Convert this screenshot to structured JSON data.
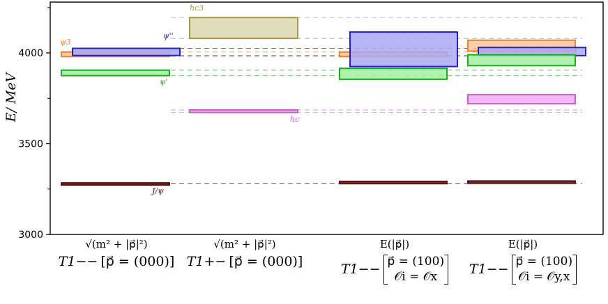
{
  "chart_data": {
    "type": "level_diagram",
    "ylabel": "E/ MeV",
    "ylim": [
      3000,
      4280
    ],
    "yticks": [
      3000,
      3500,
      4000
    ],
    "colors": {
      "psi3": "#f07d2a",
      "psi_double_prime": "#1f1fdc",
      "psi_prime": "#1faa1f",
      "J_psi": "#5a0f0f",
      "hc3": "#a89a42",
      "hc": "#d655d6"
    },
    "state_labels": {
      "psi3": "ψ3",
      "psi_double_prime": "ψ''",
      "psi_prime": "ψ'",
      "J_psi": "J/ψ",
      "hc3": "hc3",
      "hc": "hc"
    },
    "columns": [
      {
        "label_top": "√(m² + |p⃗|²)",
        "irrep": "T1−−",
        "momentum": "[p⃗ = (000)]",
        "levels": [
          {
            "state": "psi3",
            "low": 3980,
            "high": 4005
          },
          {
            "state": "psi_double_prime",
            "low": 3986,
            "high": 4025
          },
          {
            "state": "psi_prime",
            "low": 3875,
            "high": 3905
          },
          {
            "state": "J_psi",
            "low": 3278,
            "high": 3284
          }
        ]
      },
      {
        "label_top": "√(m² + |p⃗|²)",
        "irrep": "T1+−",
        "momentum": "[p⃗ = (000)]",
        "levels": [
          {
            "state": "hc3",
            "low": 4080,
            "high": 4195
          },
          {
            "state": "hc",
            "low": 3672,
            "high": 3686
          }
        ]
      },
      {
        "label_top": "E(|p⃗|)",
        "irrep": "T1−−",
        "momentum": "p⃗ = (100)",
        "operator": "𝒪i = 𝒪x",
        "levels": [
          {
            "state": "psi3",
            "low": 3980,
            "high": 4005
          },
          {
            "state": "psi_double_prime",
            "low": 3925,
            "high": 4115
          },
          {
            "state": "psi_prime",
            "low": 3855,
            "high": 3915
          },
          {
            "state": "J_psi",
            "low": 3280,
            "high": 3292
          }
        ]
      },
      {
        "label_top": "E(|p⃗|)",
        "irrep": "T1−−",
        "momentum": "p⃗ = (100)",
        "operator": "𝒪i = 𝒪y,x",
        "levels": [
          {
            "state": "psi3",
            "low": 4010,
            "high": 4070
          },
          {
            "state": "psi_double_prime",
            "low": 3985,
            "high": 4030
          },
          {
            "state": "psi_prime",
            "low": 3930,
            "high": 3990
          },
          {
            "state": "hc",
            "low": 3720,
            "high": 3770
          },
          {
            "state": "J_psi",
            "low": 3282,
            "high": 3294
          }
        ]
      }
    ],
    "reference_lines": [
      {
        "state": "hc3",
        "values": [
          4195,
          4080
        ]
      },
      {
        "state": "psi3",
        "values": [
          4005,
          3980
        ]
      },
      {
        "state": "psi_double_prime",
        "values": [
          4025,
          3986
        ]
      },
      {
        "state": "psi_prime",
        "values": [
          3905,
          3875
        ]
      },
      {
        "state": "hc",
        "values": [
          3686,
          3672
        ]
      },
      {
        "state": "J_psi",
        "values": [
          3281
        ]
      }
    ]
  }
}
